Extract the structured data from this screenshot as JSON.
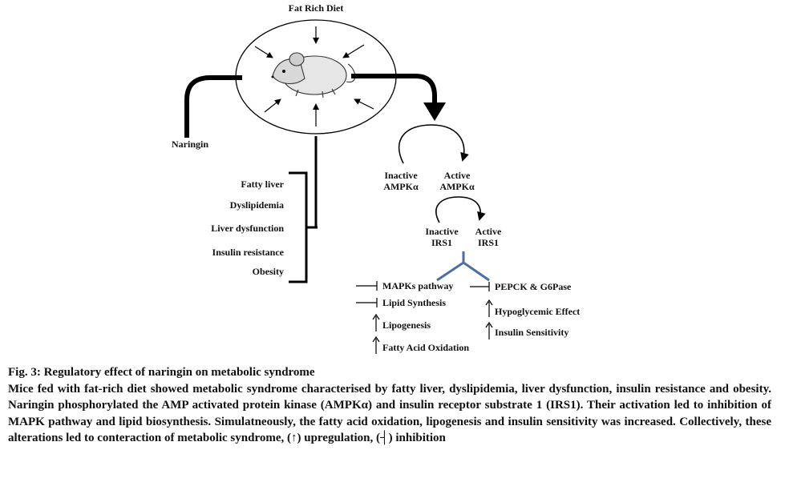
{
  "diagram": {
    "top_label": "Fat Rich Diet",
    "left_label": "Naringin",
    "syndrome_items": [
      "Fatty liver",
      "Dyslipidemia",
      "Liver dysfunction",
      "Insulin resistance",
      "Obesity"
    ],
    "ampk": {
      "inactive": [
        "Inactive",
        "AMPKα"
      ],
      "active": [
        "Active",
        "AMPKα"
      ]
    },
    "irs1": {
      "inactive": [
        "Inactive",
        "IRS1"
      ],
      "active": [
        "Active",
        "IRS1"
      ]
    },
    "left_effects": [
      {
        "symbol": "inhibition",
        "label": "MAPKs pathway"
      },
      {
        "symbol": "inhibition",
        "label": "Lipid Synthesis"
      },
      {
        "symbol": "upregulation",
        "label": "Lipogenesis"
      },
      {
        "symbol": "upregulation",
        "label": "Fatty Acid Oxidation"
      }
    ],
    "right_effects": [
      {
        "symbol": "inhibition",
        "label": "PEPCK & G6Pase"
      },
      {
        "symbol": "upregulation",
        "label": "Hypoglycemic Effect"
      },
      {
        "symbol": "upregulation",
        "label": "Insulin Sensitivity"
      }
    ],
    "colors": {
      "line": "#000000",
      "branch": "#4a6fa5"
    }
  },
  "caption": {
    "title": "Fig. 3: Regulatory effect of naringin on metabolic syndrome",
    "body": "Mice fed with fat-rich diet showed metabolic syndrome characterised by fatty liver, dyslipidemia, liver dysfunction, insulin resistance and obesity. Naringin phosphorylated the AMP activated protein kinase (AMPKα) and insulin receptor substrate 1 (IRS1). Their activation led to inhibition of MAPK pathway and lipid biosynthesis. Simulatneously, the fatty acid oxidation, lipogenesis and insulin sensitivity was increased. Collectively, these alterations led to conteraction of metabolic syndrome, (↑) upregulation, (┤) inhibition"
  }
}
